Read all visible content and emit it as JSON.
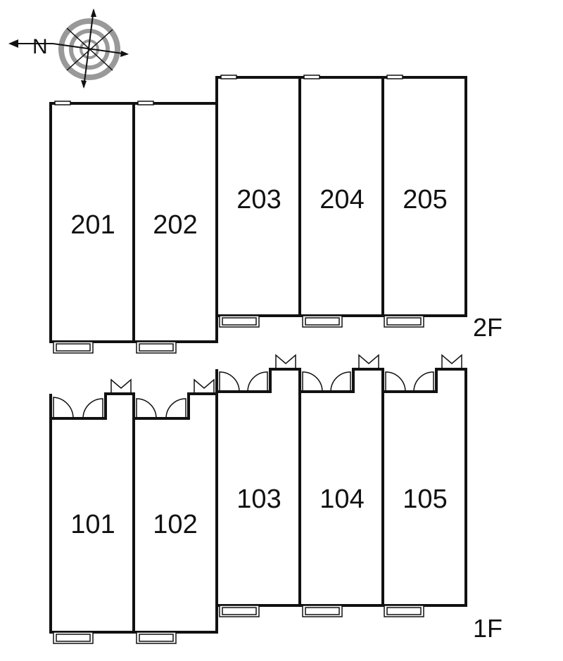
{
  "compass": {
    "north_letter": "N"
  },
  "floors": [
    {
      "label": "2F",
      "units": [
        "201",
        "202",
        "203",
        "204",
        "205"
      ]
    },
    {
      "label": "1F",
      "units": [
        "101",
        "102",
        "103",
        "104",
        "105"
      ]
    }
  ]
}
